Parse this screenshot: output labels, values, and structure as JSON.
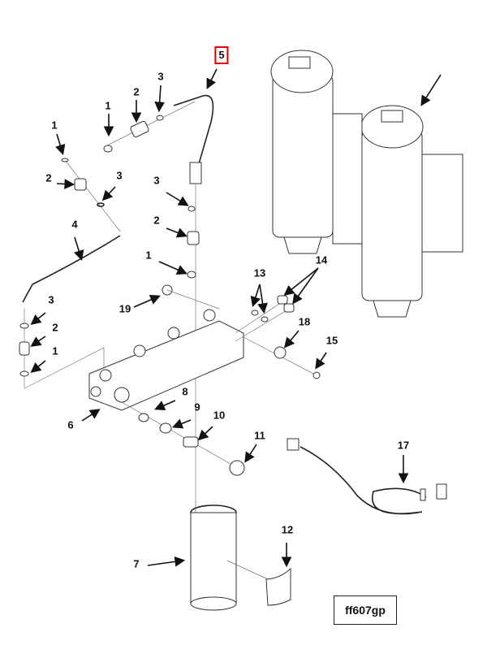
{
  "figure_id": "ff607gp",
  "highlighted_callout": "5",
  "callouts": {
    "c1a": "1",
    "c2a": "2",
    "c3a": "3",
    "c5": "5",
    "c1b": "1",
    "c2b": "2",
    "c3b": "3",
    "c3c": "3",
    "c2c": "2",
    "c1c": "1",
    "c4": "4",
    "c3d": "3",
    "c2d": "2",
    "c1d": "1",
    "c19": "19",
    "c13": "13",
    "c14": "14",
    "c18": "18",
    "c15": "15",
    "c6": "6",
    "c8": "8",
    "c9": "9",
    "c10": "10",
    "c11": "11",
    "c17": "17",
    "c7": "7",
    "c12": "12"
  },
  "colors": {
    "highlight": "#e00000",
    "ink": "#111111"
  }
}
